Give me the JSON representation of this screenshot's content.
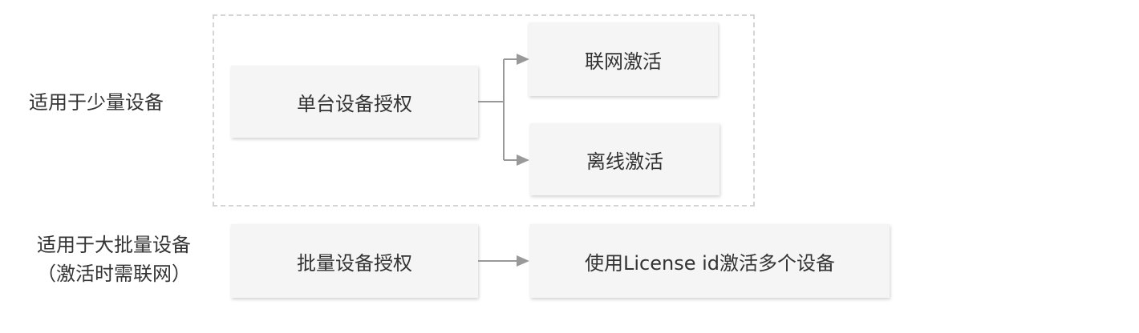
{
  "labels": {
    "small": "适用于少量设备",
    "large_line1": "适用于大批量设备",
    "large_line2": "（激活时需联网）"
  },
  "nodes": {
    "single_auth": "单台设备授权",
    "online_activation": "联网激活",
    "offline_activation": "离线激活",
    "batch_auth": "批量设备授权",
    "license_activation": "使用License id激活多个设备"
  },
  "colors": {
    "box_fill": "#f5f5f5",
    "connector": "#999999",
    "dashed_border": "#d4d4d4",
    "text": "#333333"
  }
}
